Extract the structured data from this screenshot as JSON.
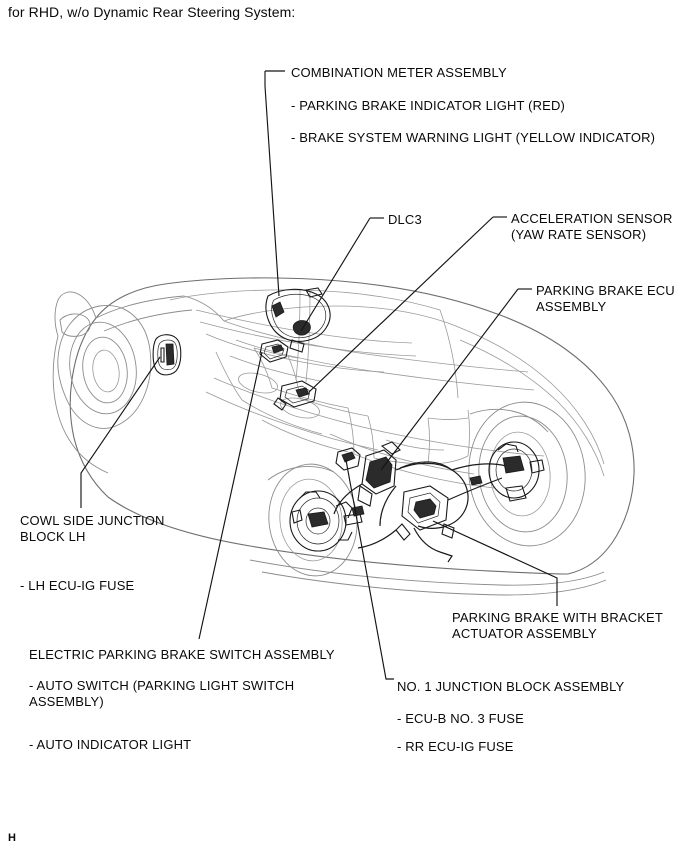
{
  "document": {
    "heading": "for RHD, w/o Dynamic Rear Steering System:",
    "page_mark": "H"
  },
  "diagram": {
    "type": "vehicle-component-location-diagram",
    "subject": "Electric parking brake system component locations",
    "view": "three-quarter rear cutaway of a hatchback body",
    "callouts": [
      {
        "id": "combination-meter",
        "title": "COMBINATION METER ASSEMBLY",
        "sub_items": [
          "- PARKING BRAKE INDICATOR LIGHT (RED)",
          "- BRAKE SYSTEM WARNING LIGHT (YELLOW INDICATOR)"
        ]
      },
      {
        "id": "dlc3",
        "title": "DLC3",
        "sub_items": []
      },
      {
        "id": "acceleration-sensor",
        "title": "ACCELERATION SENSOR",
        "title_line2": "(YAW RATE SENSOR)",
        "sub_items": []
      },
      {
        "id": "parking-brake-ecu",
        "title": "PARKING BRAKE ECU",
        "title_line2": "ASSEMBLY",
        "sub_items": []
      },
      {
        "id": "cowl-side-junction-block-lh",
        "title": "COWL SIDE JUNCTION",
        "title_line2": "BLOCK LH",
        "sub_items": [
          "- LH ECU-IG FUSE"
        ]
      },
      {
        "id": "electric-parking-brake-switch",
        "title": "ELECTRIC PARKING BRAKE SWITCH ASSEMBLY",
        "sub_items": [
          "- AUTO SWITCH (PARKING LIGHT SWITCH",
          "ASSEMBLY)",
          "- AUTO INDICATOR LIGHT"
        ]
      },
      {
        "id": "parking-brake-actuator",
        "title": "PARKING BRAKE WITH BRACKET",
        "title_line2": "ACTUATOR ASSEMBLY",
        "sub_items": []
      },
      {
        "id": "no1-junction-block",
        "title": "NO. 1 JUNCTION BLOCK ASSEMBLY",
        "sub_items": [
          "- ECU-B NO. 3 FUSE",
          "- RR ECU-IG FUSE"
        ]
      }
    ]
  },
  "labels": {
    "meter_title": "COMBINATION METER ASSEMBLY",
    "meter_a": "- PARKING BRAKE INDICATOR LIGHT (RED)",
    "meter_b": "- BRAKE SYSTEM WARNING LIGHT (YELLOW INDICATOR)",
    "dlc3": "DLC3",
    "accel_l1": "ACCELERATION SENSOR",
    "accel_l2": "(YAW RATE SENSOR)",
    "ecu_l1": "PARKING BRAKE ECU",
    "ecu_l2": "ASSEMBLY",
    "cowl_l1": "COWL SIDE JUNCTION",
    "cowl_l2": "BLOCK LH",
    "cowl_fuse": "- LH ECU-IG FUSE",
    "switch_title": "ELECTRIC PARKING BRAKE SWITCH ASSEMBLY",
    "switch_a1": "- AUTO SWITCH (PARKING LIGHT SWITCH",
    "switch_a2": "ASSEMBLY)",
    "switch_b": "- AUTO INDICATOR LIGHT",
    "actuator_l1": "PARKING BRAKE WITH BRACKET",
    "actuator_l2": "ACTUATOR ASSEMBLY",
    "jb_title": "NO. 1 JUNCTION BLOCK ASSEMBLY",
    "jb_a": "- ECU-B NO. 3 FUSE",
    "jb_b": "- RR ECU-IG FUSE"
  },
  "colors": {
    "text": "#0a0a0a",
    "leader": "#141414",
    "body_line": "#8c8c8c",
    "part_line": "#1a1a1a",
    "background": "#ffffff"
  }
}
